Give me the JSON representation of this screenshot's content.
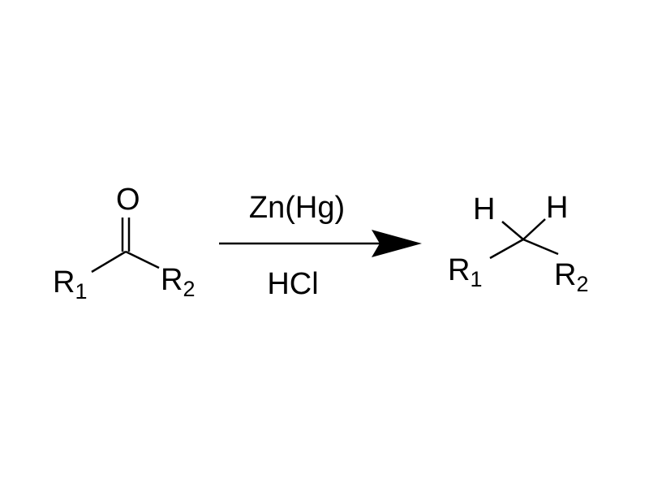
{
  "reactant": {
    "oxygen": "O",
    "r1": "R",
    "r1_sub": "1",
    "r2": "R",
    "r2_sub": "2"
  },
  "reagents": {
    "above": "Zn(Hg)",
    "below": "HCl"
  },
  "product": {
    "h_left": "H",
    "h_right": "H",
    "r1": "R",
    "r1_sub": "1",
    "r2": "R",
    "r2_sub": "2"
  }
}
